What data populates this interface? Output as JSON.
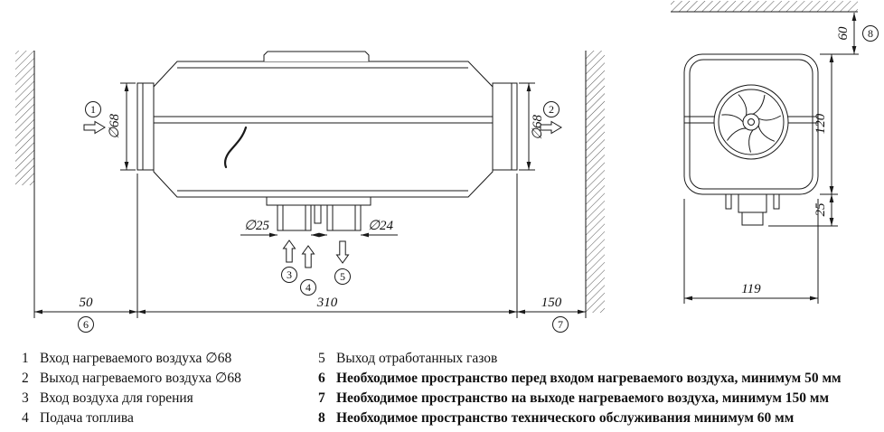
{
  "dimensions": {
    "inlet_diameter": "∅68",
    "outlet_diameter": "∅68",
    "combustion_pipe_diameter": "∅25",
    "exhaust_pipe_diameter": "∅24",
    "front_clearance": "50",
    "body_length": "310",
    "outlet_clearance": "150",
    "top_clearance": "60",
    "body_height": "120",
    "stub_height": "25",
    "body_width": "119"
  },
  "callouts": {
    "c1": "1",
    "c2": "2",
    "c3": "3",
    "c4": "4",
    "c5": "5",
    "c6": "6",
    "c7": "7",
    "c8": "8"
  },
  "legend": {
    "items_left": [
      {
        "num": "1",
        "text": "Вход нагреваемого воздуха ∅68"
      },
      {
        "num": "2",
        "text": "Выход нагреваемого воздуха ∅68"
      },
      {
        "num": "3",
        "text": "Вход воздуха для горения"
      },
      {
        "num": "4",
        "text": "Подача топлива"
      }
    ],
    "items_right": [
      {
        "num": "5",
        "text": "Выход отработанных газов"
      },
      {
        "num": "6",
        "text": "Необходимое пространство перед входом нагреваемого воздуха, минимум 50 мм"
      },
      {
        "num": "7",
        "text": "Необходимое пространство на выходе нагреваемого воздуха, минимум 150 мм"
      },
      {
        "num": "8",
        "text": "Необходимое пространство технического обслуживания минимум 60 мм"
      }
    ]
  }
}
